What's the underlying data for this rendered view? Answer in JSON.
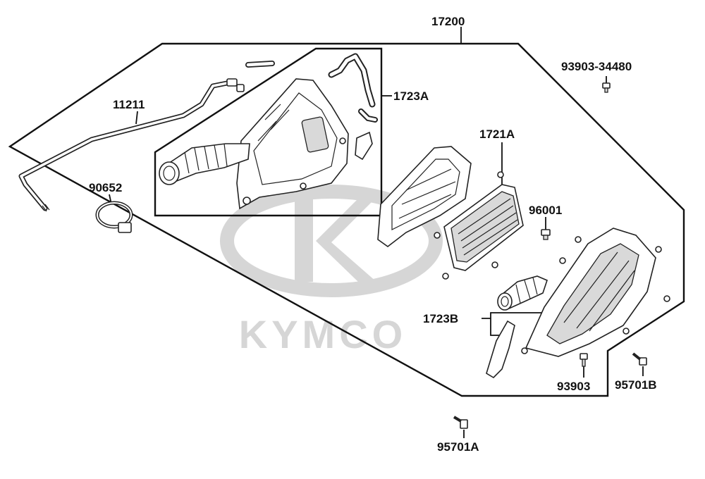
{
  "watermark": {
    "brand": "KYMCO",
    "color": "#d6d6d6"
  },
  "colors": {
    "line": "#111111",
    "part_fill": "#ffffff",
    "shade": "#d9d9d9"
  },
  "labels": {
    "assembly": "17200",
    "bolt_top": "93903-34480",
    "hose": "11211",
    "case_assembly": "1723A",
    "filter_holder": "1721A",
    "clamp": "90652",
    "screw": "96001",
    "duct_b": "1723B",
    "bolt_small": "93903",
    "bolt_b": "95701B",
    "bolt_a": "95701A"
  }
}
